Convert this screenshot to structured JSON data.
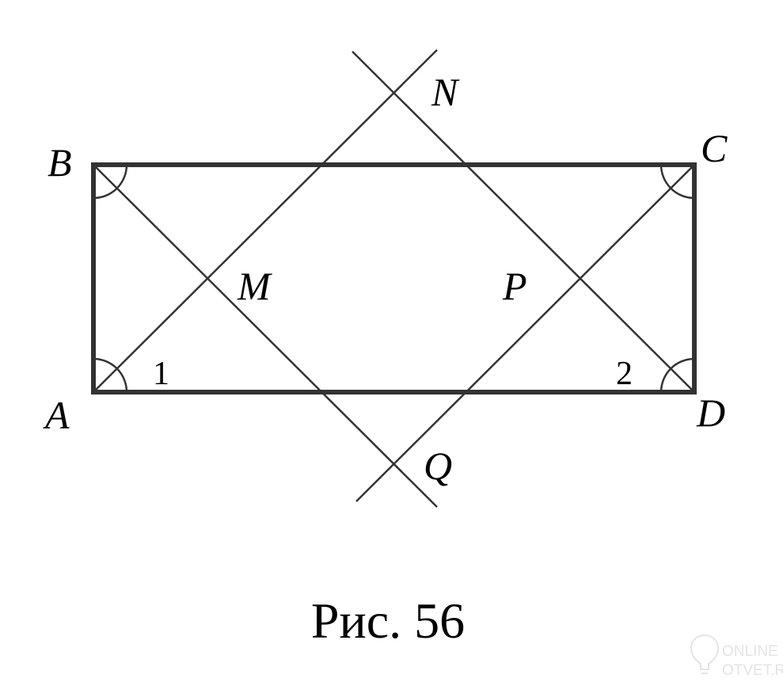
{
  "figure": {
    "points": {
      "A": "A",
      "B": "B",
      "C": "C",
      "D": "D",
      "M": "M",
      "N": "N",
      "P": "P",
      "Q": "Q"
    },
    "angles": {
      "angle1": "1",
      "angle2": "2"
    },
    "caption": "Рис. 56"
  },
  "watermark": {
    "line1": "ONLINE",
    "line2": "OTVET.RU"
  },
  "colors": {
    "stroke": "#333333",
    "text": "#000000"
  }
}
